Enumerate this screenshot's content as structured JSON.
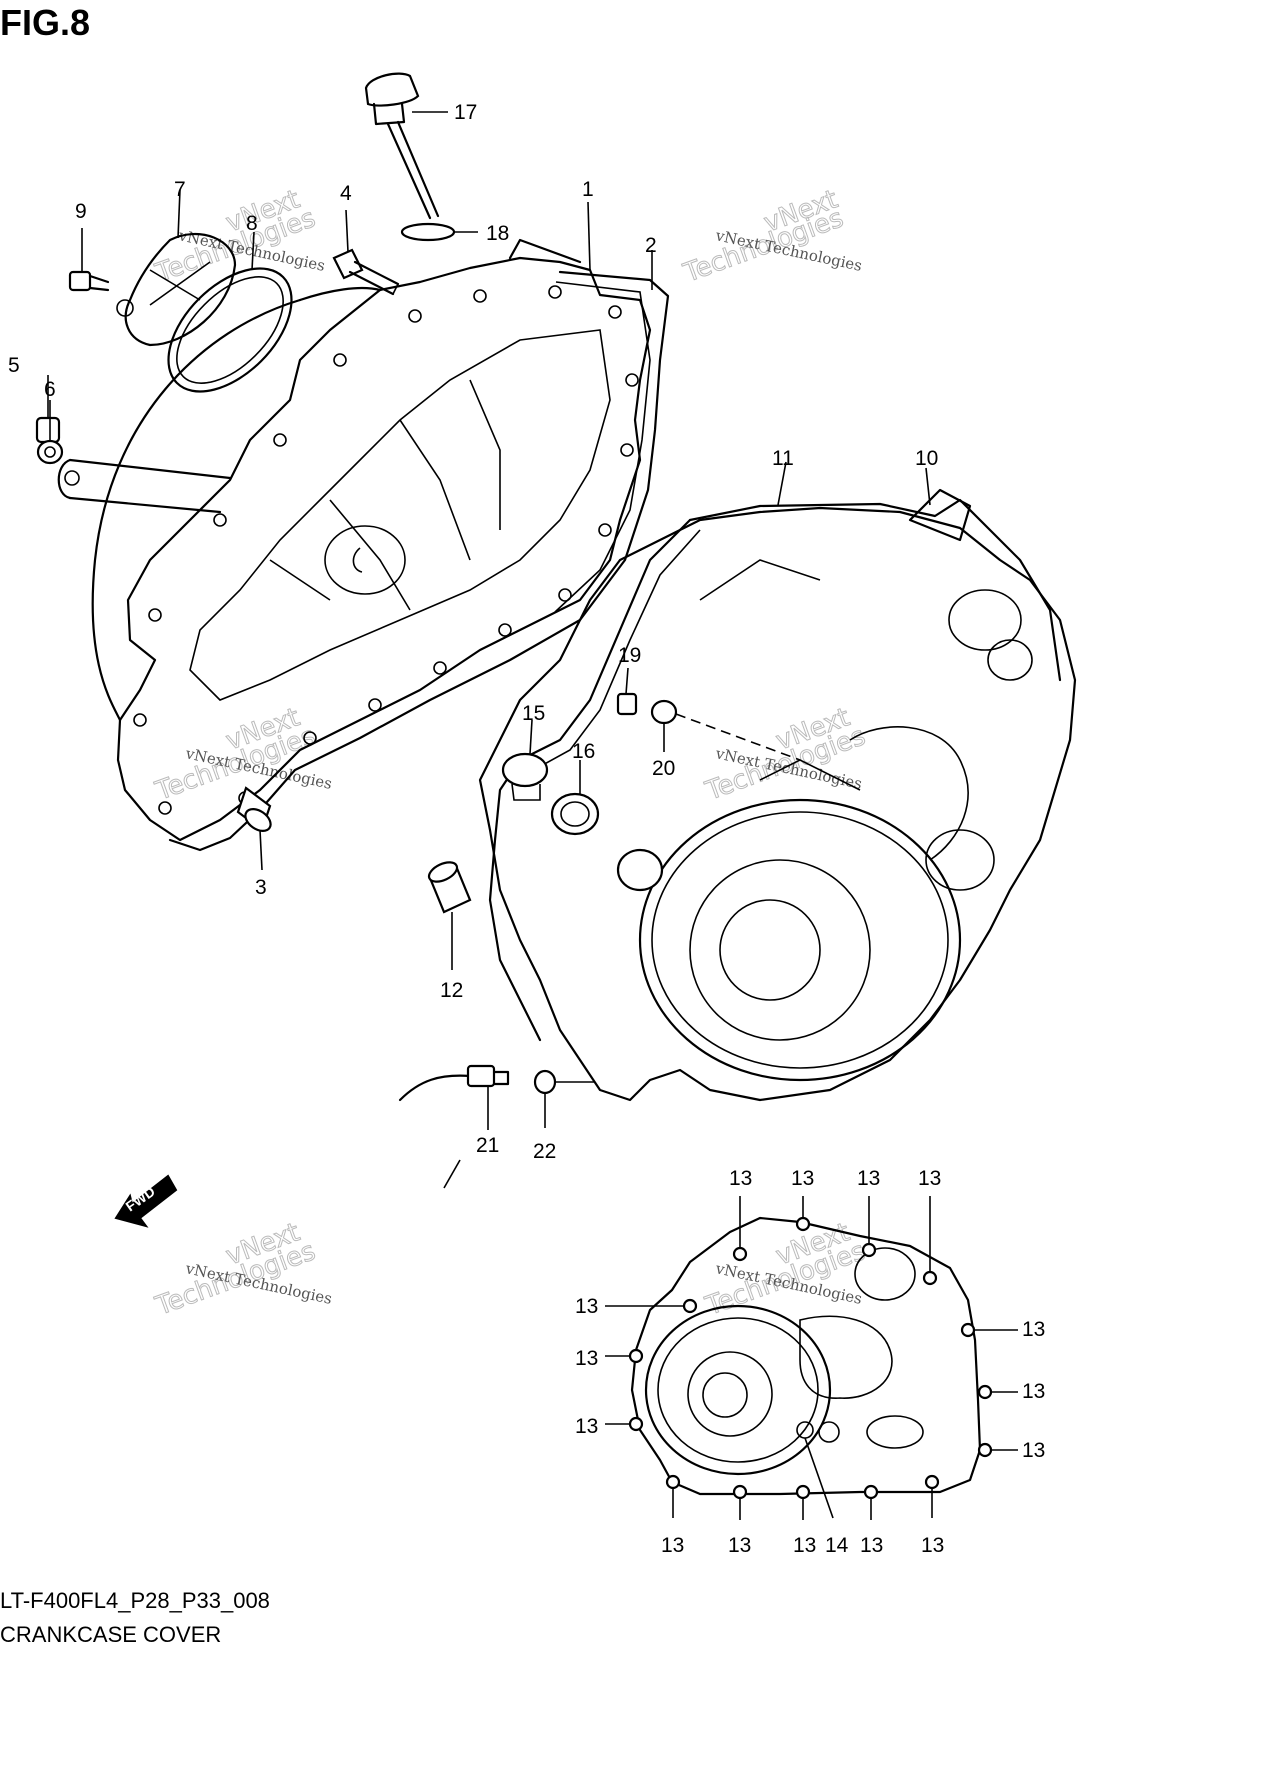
{
  "figure": {
    "title": "FIG.8",
    "code": "LT-F400FL4_P28_P33_008",
    "name": "CRANKCASE COVER"
  },
  "direction_badge": "FWD",
  "watermark": {
    "company": "vNext Technologies",
    "line1": "vNext",
    "line2": "Technologies"
  },
  "callouts": {
    "p1": "1",
    "p2": "2",
    "p3": "3",
    "p4": "4",
    "p5": "5",
    "p6": "6",
    "p7": "7",
    "p8": "8",
    "p9": "9",
    "p10": "10",
    "p11": "11",
    "p12": "12",
    "p14": "14",
    "p15": "15",
    "p16": "16",
    "p17": "17",
    "p18": "18",
    "p19": "19",
    "p20": "20",
    "p21": "21",
    "p22": "22",
    "p13": "13"
  },
  "colors": {
    "line": "#000000",
    "background": "#ffffff",
    "watermark": "#bbbbbb"
  }
}
